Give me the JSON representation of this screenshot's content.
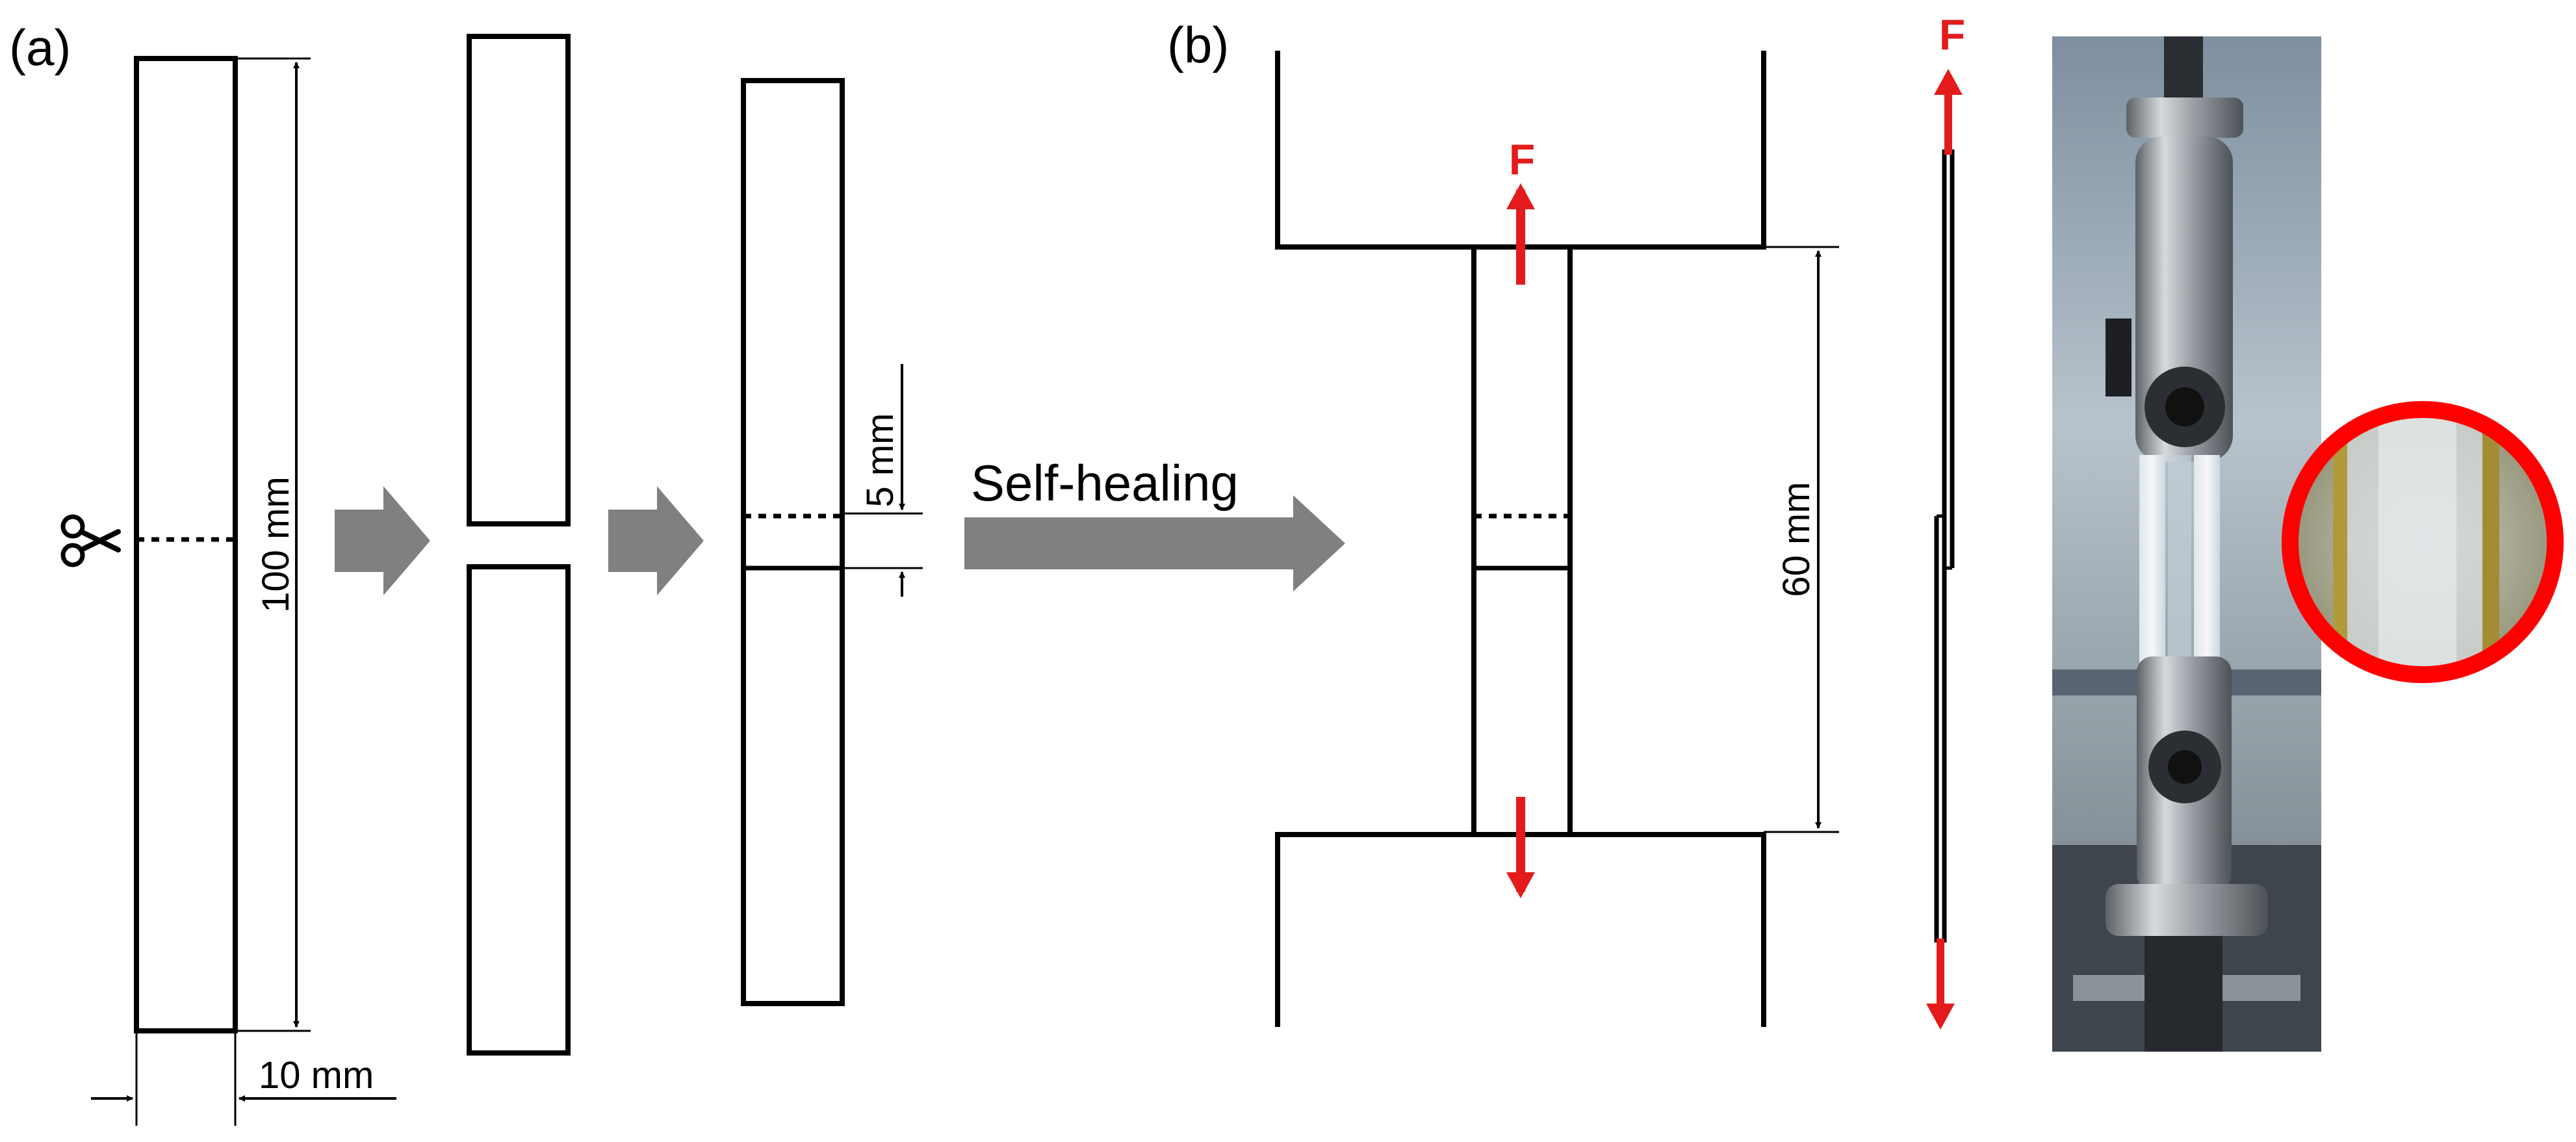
{
  "panels": {
    "a": {
      "label": "(a)"
    },
    "b": {
      "label": "(b)"
    }
  },
  "specimen": {
    "length_label": "100 mm",
    "width_label": "10 mm",
    "overlap_label": "5 mm",
    "cut_marker": "scissors-icon"
  },
  "process": {
    "arrow_label": "Self-healing"
  },
  "test_setup": {
    "gauge_label": "60 mm",
    "force_label": "F",
    "photo": "tensile-test-photo-with-magnified-joint"
  },
  "colors": {
    "line": "#000000",
    "force": "#e31b1b",
    "process_arrow": "#808080",
    "zoom_ring": "#ff0000"
  }
}
